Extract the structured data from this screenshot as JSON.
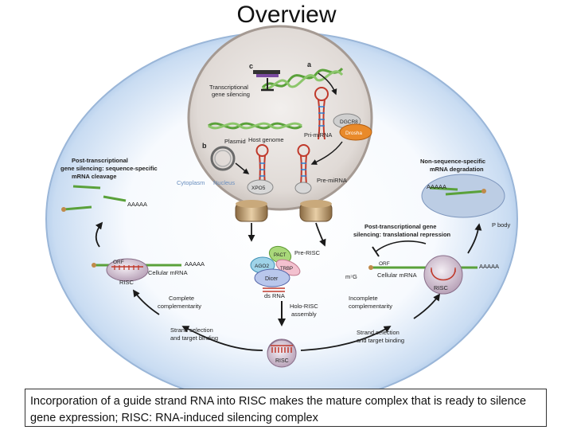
{
  "slide": {
    "title": "Overview",
    "caption": "Incorporation of a guide strand RNA into RISC makes the mature complex that is ready to silence gene expression; RISC: RNA-induced silencing complex"
  },
  "diagram": {
    "panel_letters": {
      "a": "a",
      "b": "b",
      "c": "c"
    },
    "nucleus": {
      "tgs_line1": "Transcriptional",
      "tgs_line2": "gene silencing",
      "host_genome": "Host genome",
      "plasmid": "Plasmid",
      "pri_mirna": "Pri-miRNA",
      "dgcr8": "DGCR8",
      "drosha": "Drosha",
      "pre_mirna": "Pre-miRNA",
      "nucleus_label": "Nucleus",
      "cytoplasm_label": "Cytoplasm",
      "xpo5": "XPO5"
    },
    "left": {
      "ptgs_line1": "Post-transcriptional",
      "ptgs_line2": "gene silencing: sequence-specific",
      "ptgs_line3": "mRNA cleavage",
      "poly_a": "AAAAA",
      "orf": "ORF",
      "cellular_mrna": "Cellular mRNA",
      "risc": "RISC",
      "complete_line1": "Complete",
      "complete_line2": "complementarity",
      "strand_line1": "Strand selection",
      "strand_line2": "and target binding"
    },
    "right": {
      "nss_line1": "Non-sequence-specific",
      "nss_line2": "mRNA degradation",
      "poly_a_body": "AAAAA",
      "p_body": "P body",
      "ptgs_line1": "Post-transcriptional gene",
      "ptgs_line2": "silencing: translational repression",
      "orf": "ORF",
      "poly_a": "AAAAA",
      "m7g": "m⁷G",
      "cellular_mrna": "Cellular mRNA",
      "risc": "RISC",
      "incomplete_line1": "Incomplete",
      "incomplete_line2": "complementarity",
      "strand_line1": "Strand selection",
      "strand_line2": "and target binding"
    },
    "center": {
      "pre_risc": "Pre-RISC",
      "pact": "PACT",
      "trbp": "TRBP",
      "ago2": "AGO2",
      "dicer": "Dicer",
      "dsrna": "ds RNA",
      "holo_line1": "Holo-RISC",
      "holo_line2": "assembly",
      "risc": "RISC"
    }
  }
}
